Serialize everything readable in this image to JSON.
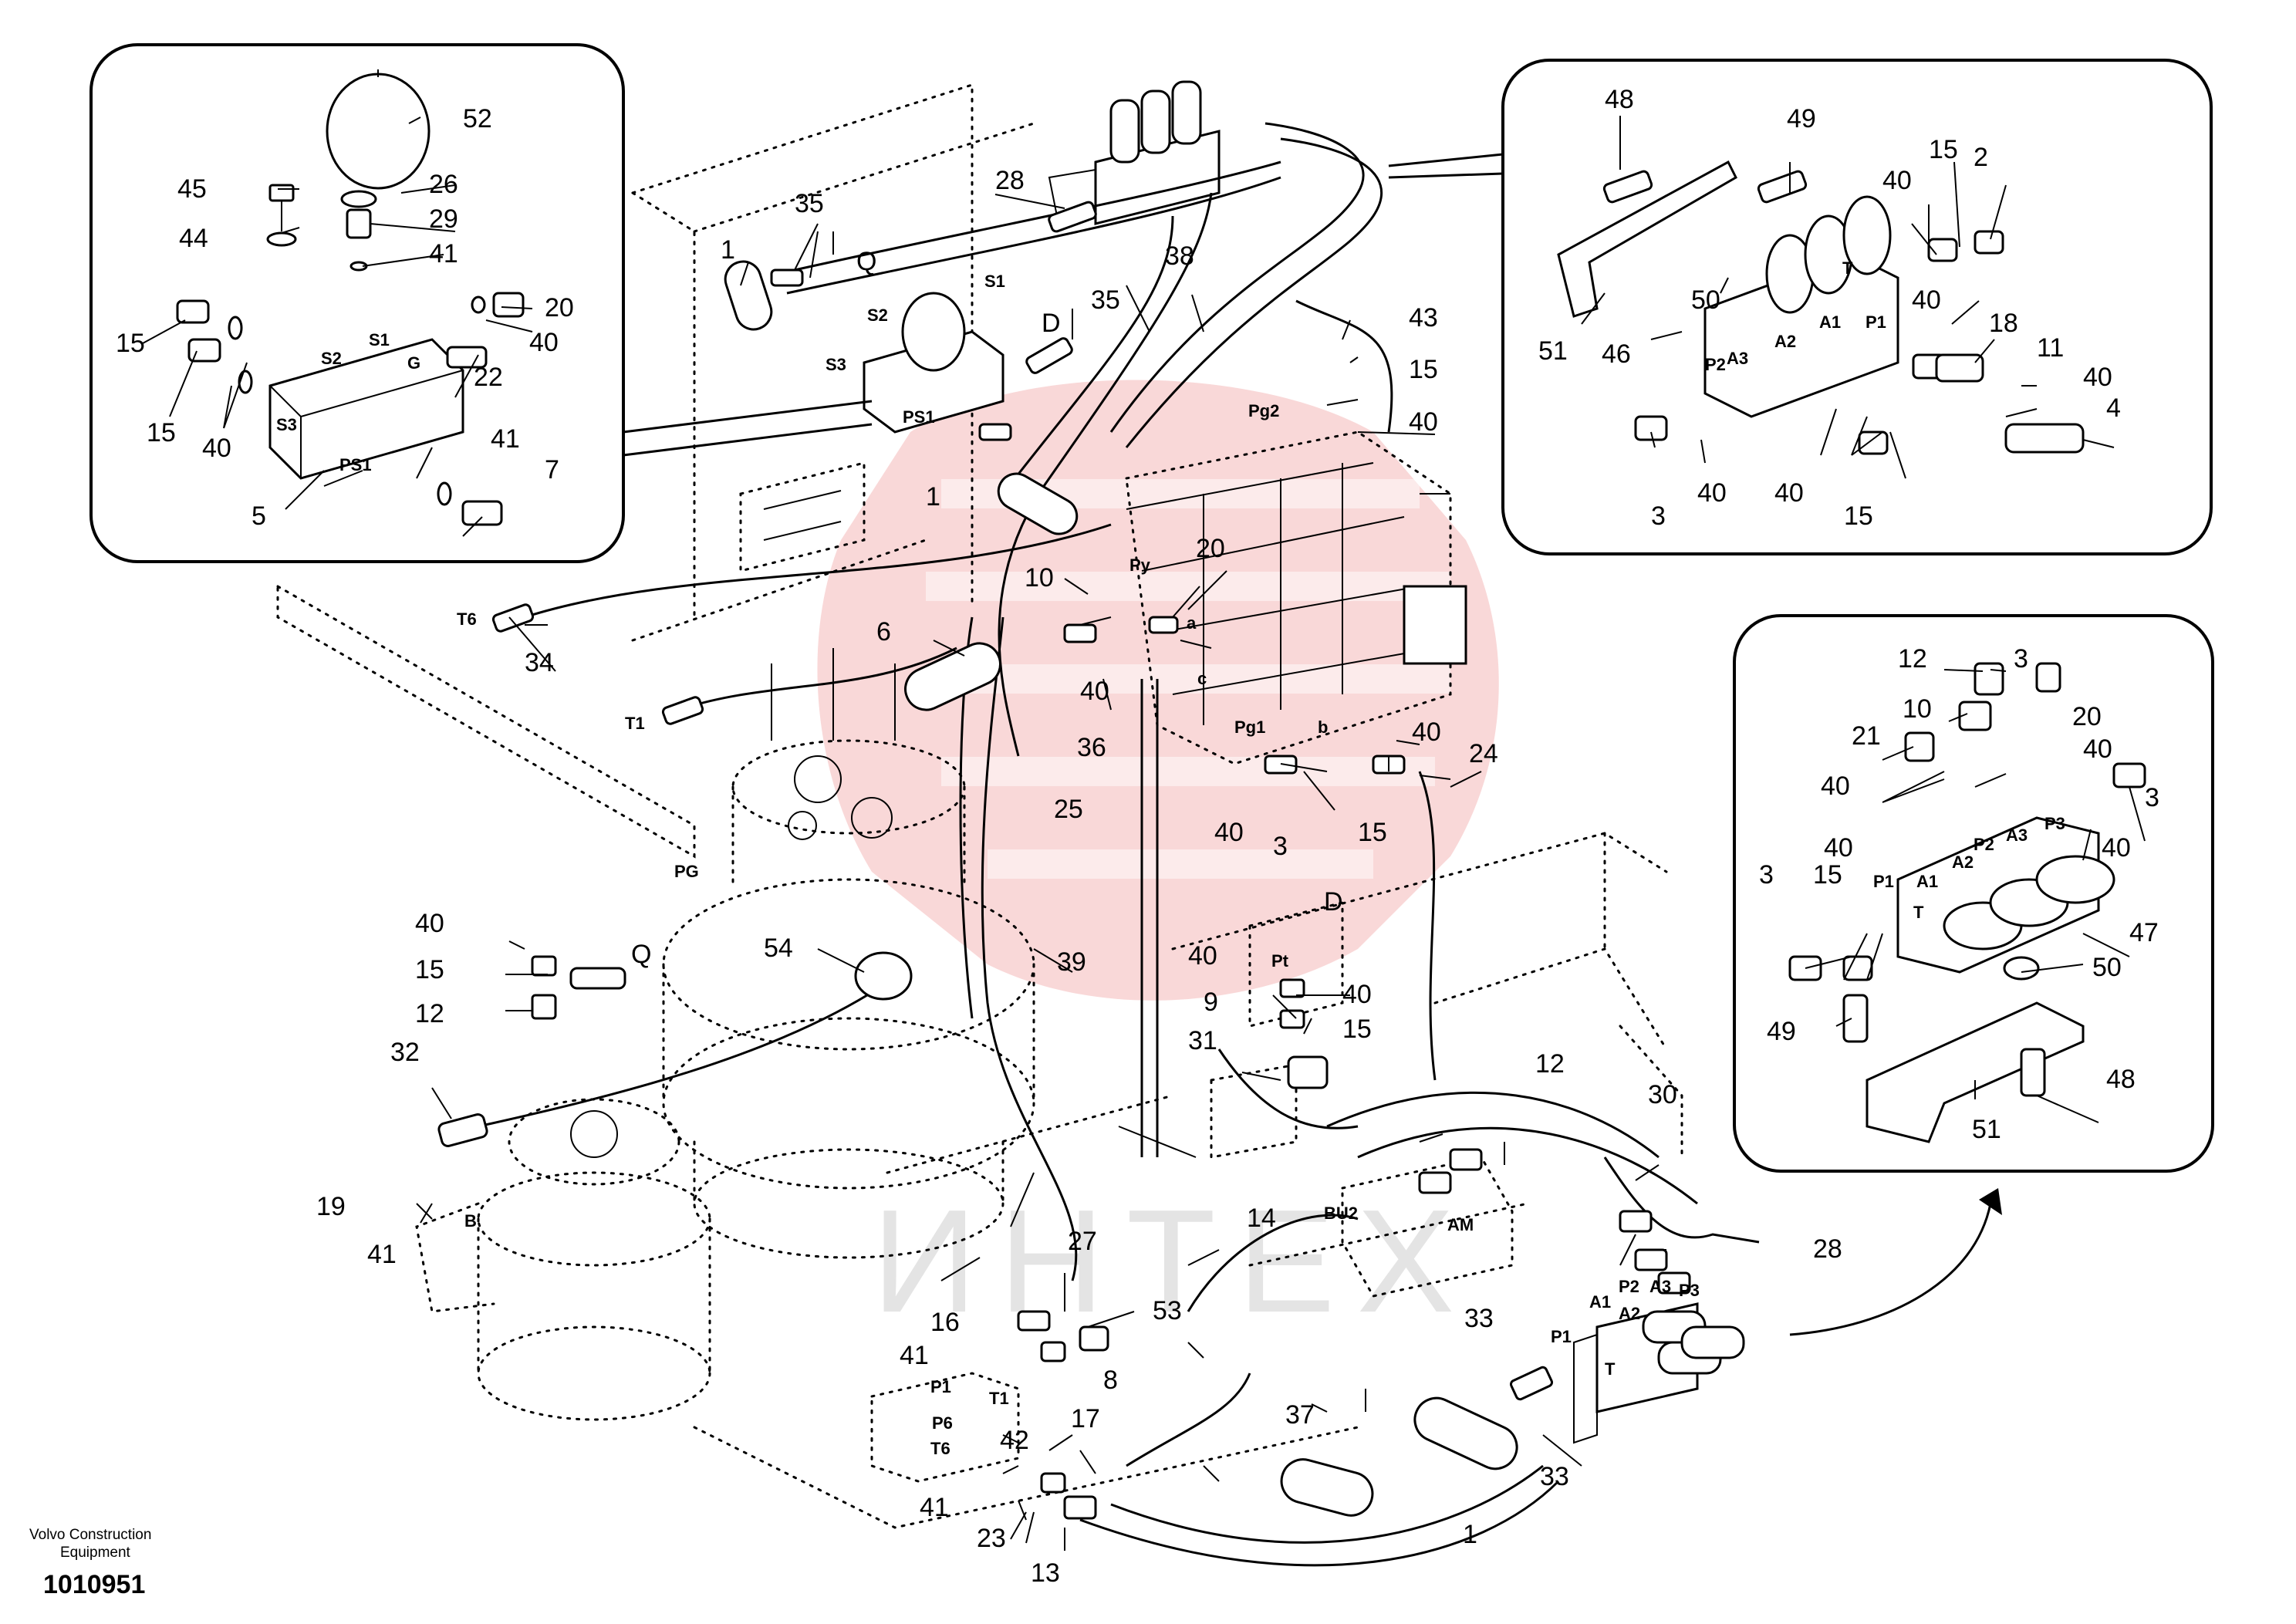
{
  "footer": {
    "company_line1": "Volvo Construction",
    "company_line2": "Equipment",
    "diagram_number": "1010951"
  },
  "watermark": {
    "text": "ИНТЕХ"
  },
  "callouts": {
    "c1a": "1",
    "c1b": "1",
    "c1c": "1",
    "c2": "2",
    "c3a": "3",
    "c3b": "3",
    "c3c": "3",
    "c3d": "3",
    "c3e": "3",
    "c4": "4",
    "c5": "5",
    "c6": "6",
    "c7": "7",
    "c8": "8",
    "c9": "9",
    "c10a": "10",
    "c10b": "10",
    "c11": "11",
    "c12a": "12",
    "c12b": "12",
    "c12c": "12",
    "c13": "13",
    "c14": "14",
    "c15a": "15",
    "c15b": "15",
    "c15c": "15",
    "c15d": "15",
    "c15e": "15",
    "c15f": "15",
    "c15g": "15",
    "c15h": "15",
    "c15i": "15",
    "c16": "16",
    "c17": "17",
    "c18": "18",
    "c19": "19",
    "c20a": "20",
    "c20b": "20",
    "c20c": "20",
    "c21": "21",
    "c22": "22",
    "c23": "23",
    "c24": "24",
    "c25": "25",
    "c26": "26",
    "c27": "27",
    "c28a": "28",
    "c28b": "28",
    "c29": "29",
    "c30": "30",
    "c31": "31",
    "c32": "32",
    "c33a": "33",
    "c33b": "33",
    "c34": "34",
    "c35a": "35",
    "c35b": "35",
    "c36": "36",
    "c37": "37",
    "c38": "38",
    "c39": "39",
    "c40a": "40",
    "c40b": "40",
    "c40c": "40",
    "c40d": "40",
    "c40e": "40",
    "c40f": "40",
    "c40g": "40",
    "c40h": "40",
    "c40i": "40",
    "c40j": "40",
    "c40k": "40",
    "c40l": "40",
    "c40m": "40",
    "c40n": "40",
    "c40o": "40",
    "c40p": "40",
    "c40q": "40",
    "c40r": "40",
    "c41a": "41",
    "c41b": "41",
    "c41c": "41",
    "c41d": "41",
    "c41e": "41",
    "c42": "42",
    "c43": "43",
    "c44": "44",
    "c45": "45",
    "c46": "46",
    "c47": "47",
    "c48a": "48",
    "c48b": "48",
    "c49a": "49",
    "c49b": "49",
    "c50a": "50",
    "c50b": "50",
    "c51a": "51",
    "c51b": "51",
    "c52": "52",
    "c53": "53",
    "c54": "54"
  },
  "ports": {
    "S1a": "S1",
    "S2a": "S2",
    "S3a": "S3",
    "Ga": "G",
    "PS1a": "PS1",
    "S1b": "S1",
    "S2b": "S2",
    "S3b": "S3",
    "PS1b": "PS1",
    "Qa": "Q",
    "Qb": "Q",
    "Da": "D",
    "Db": "D",
    "P2a": "P2",
    "A1a": "A1",
    "A2a": "A2",
    "A3a": "A3",
    "P1a": "P1",
    "Ta": "T",
    "P1b": "P1",
    "P2b": "P2",
    "P3b": "P3",
    "A1b": "A1",
    "A2b": "A2",
    "A3b": "A3",
    "Tb": "T",
    "P1c": "P1",
    "P2c": "P2",
    "P3c": "P3",
    "A1c": "A1",
    "A2c": "A2",
    "A3c": "A3",
    "Tc": "T",
    "Pg2": "Pg2",
    "Pg1": "Pg1",
    "Py": "Py",
    "a": "a",
    "b": "b",
    "c": "c",
    "T6a": "T6",
    "T1a": "T1",
    "PG": "PG",
    "B": "B",
    "Pt": "Pt",
    "BU2": "BU2",
    "AM": "AM",
    "P1d": "P1",
    "T1b": "T1",
    "P6": "P6",
    "T6b": "T6"
  }
}
